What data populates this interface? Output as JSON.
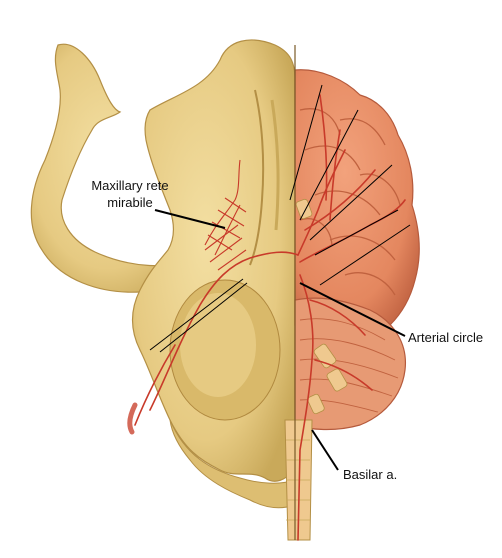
{
  "labels": {
    "maxillary_rete": "Maxillary rete mirabile",
    "maxillary_rete_line1": "Maxillary rete",
    "maxillary_rete_line2": "mirabile",
    "arterial_circle": "Arterial circle",
    "basilar": "Basilar a."
  },
  "colors": {
    "bone": "#E9CF8A",
    "bone_shadow": "#C9A95A",
    "brain": "#E9916A",
    "brain_shadow": "#C9694A",
    "artery": "#C83A2A",
    "leader": "#000000"
  }
}
